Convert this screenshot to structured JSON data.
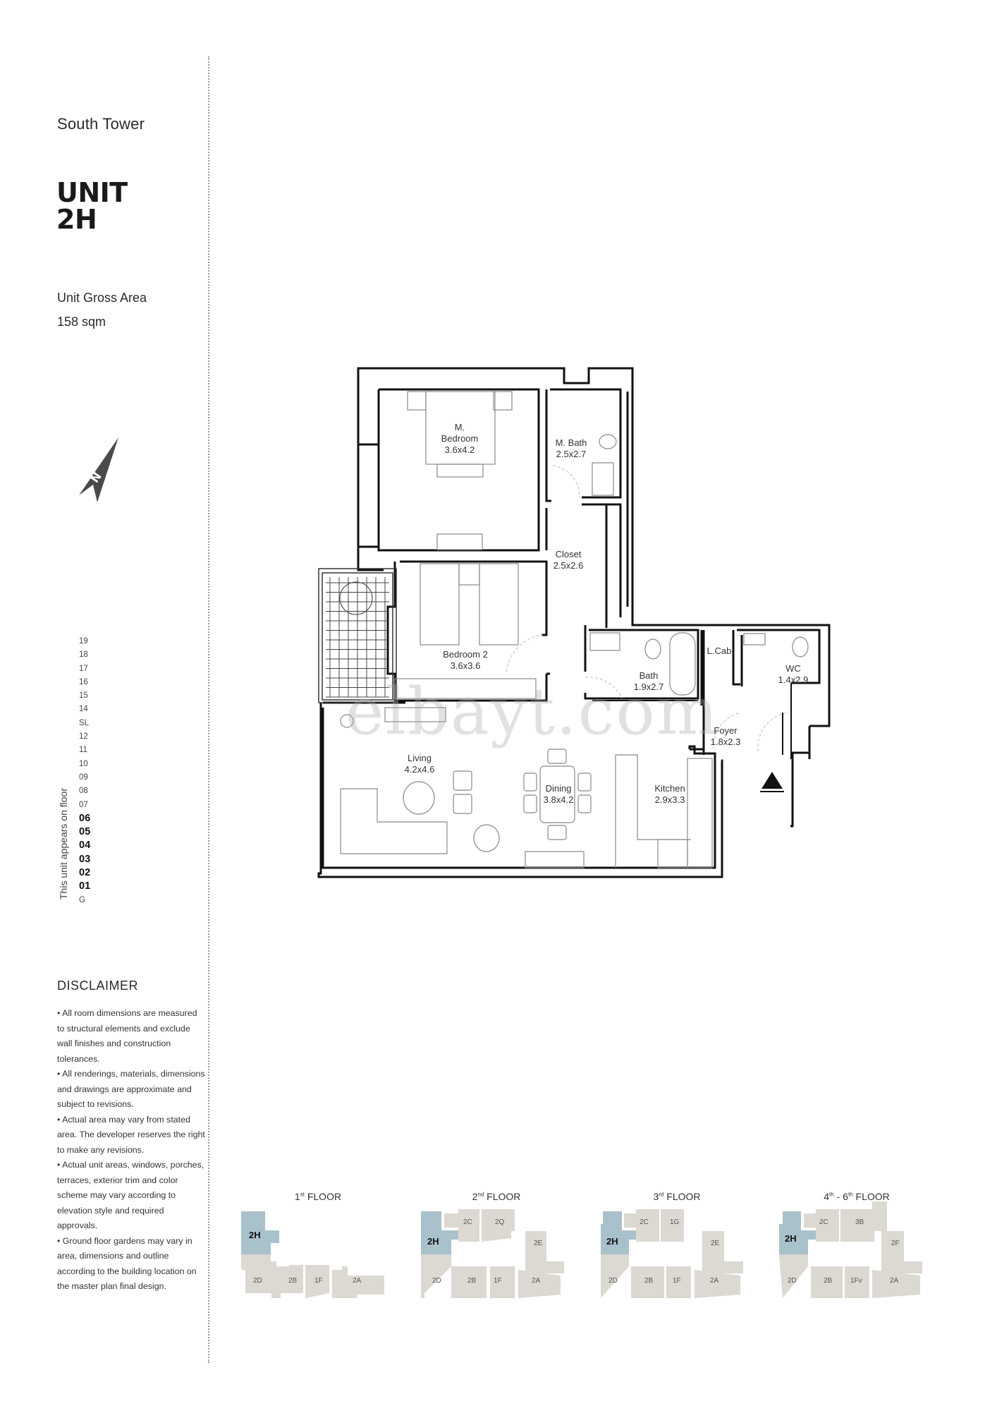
{
  "header": {
    "tower": "South Tower",
    "unit_line1": "UNIT",
    "unit_line2": "2H",
    "area_label": "Unit Gross Area",
    "area_value": "158 sqm"
  },
  "compass": {
    "icon": "north-arrow-icon",
    "letter": "N"
  },
  "floors": {
    "caption": "This unit appears on floor",
    "items": [
      {
        "label": "19",
        "active": false
      },
      {
        "label": "18",
        "active": false
      },
      {
        "label": "17",
        "active": false
      },
      {
        "label": "16",
        "active": false
      },
      {
        "label": "15",
        "active": false
      },
      {
        "label": "14",
        "active": false
      },
      {
        "label": "SL",
        "active": false
      },
      {
        "label": "12",
        "active": false
      },
      {
        "label": "11",
        "active": false
      },
      {
        "label": "10",
        "active": false
      },
      {
        "label": "09",
        "active": false
      },
      {
        "label": "08",
        "active": false
      },
      {
        "label": "07",
        "active": false
      },
      {
        "label": "06",
        "active": true
      },
      {
        "label": "05",
        "active": true
      },
      {
        "label": "04",
        "active": true
      },
      {
        "label": "03",
        "active": true
      },
      {
        "label": "02",
        "active": true
      },
      {
        "label": "01",
        "active": true
      },
      {
        "label": "G",
        "active": false
      }
    ]
  },
  "disclaimer": {
    "title": "DISCLAIMER",
    "items": [
      "• All room dimensions are measured to structural elements and exclude wall finishes and construction tolerances.",
      "• All renderings, materials, dimensions and drawings are approximate and subject to revisions.",
      "• Actual area may vary from stated area. The developer reserves the right to make any revisions.",
      "• Actual unit areas, windows, porches, terraces, exterior trim and color scheme may vary according to elevation style and required approvals.",
      "• Ground floor gardens may vary in area, dimensions and outline according to the building location on the master plan final design."
    ]
  },
  "plan": {
    "watermark": "elbayt.com",
    "rooms": {
      "m_bedroom": {
        "name1": "M.",
        "name2": "Bedroom",
        "dims": "3.6x4.2"
      },
      "m_bath": {
        "name": "M. Bath",
        "dims": "2.5x2.7"
      },
      "closet": {
        "name": "Closet",
        "dims": "2.5x2.6"
      },
      "bedroom2": {
        "name": "Bedroom 2",
        "dims": "3.6x3.6"
      },
      "bath": {
        "name": "Bath",
        "dims": "1.9x2.7"
      },
      "lcab": {
        "name": "L.Cab"
      },
      "wc": {
        "name": "WC",
        "dims": "1.4x2.9"
      },
      "foyer": {
        "name": "Foyer",
        "dims": "1.8x2.3"
      },
      "living": {
        "name": "Living",
        "dims": "4.2x4.6"
      },
      "dining": {
        "name": "Dining",
        "dims": "3.8x4.2"
      },
      "kitchen": {
        "name": "Kitchen",
        "dims": "2.9x3.3"
      }
    },
    "entry_icon": "entry-arrow-icon"
  },
  "key_plans": {
    "highlight_color": "#a9c1cb",
    "unit_color": "#dcd8d2",
    "floors": [
      {
        "num": "1",
        "sup": "st",
        "suffix": " FLOOR",
        "units": [
          "2H",
          "2D",
          "2B",
          "1F",
          "2A"
        ]
      },
      {
        "num": "2",
        "sup": "nd",
        "suffix": " FLOOR",
        "units": [
          "2H",
          "2C",
          "2Q",
          "2E",
          "2D",
          "2B",
          "1F",
          "2A"
        ]
      },
      {
        "num": "3",
        "sup": "rd",
        "suffix": " FLOOR",
        "units": [
          "2H",
          "2C",
          "1G",
          "2E",
          "2D",
          "2B",
          "1F",
          "2A"
        ]
      },
      {
        "num": "4",
        "sup": "th",
        "mid": " - 6",
        "sup2": "th",
        "suffix": " FLOOR",
        "units": [
          "2H",
          "2C",
          "3B",
          "2F",
          "2D",
          "2B",
          "1Fv",
          "2A"
        ]
      }
    ]
  }
}
